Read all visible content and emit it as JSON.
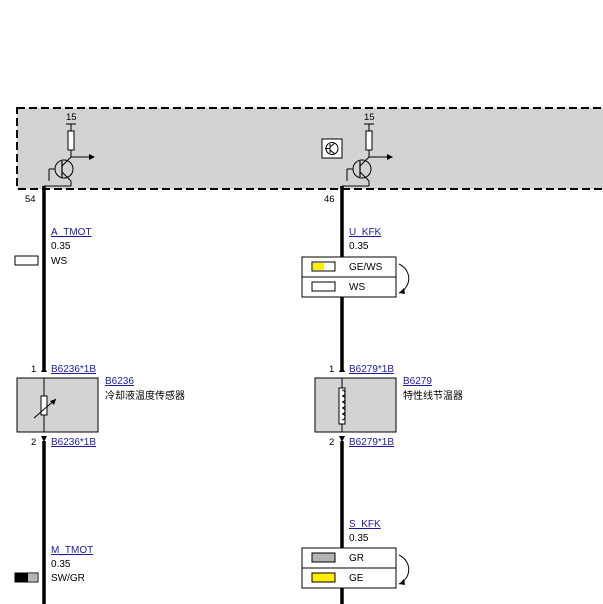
{
  "pins": {
    "left_top": "54",
    "right_top": "46"
  },
  "supply": {
    "left": "15",
    "right": "15"
  },
  "wires": {
    "left_top": {
      "signal": "A_TMOT",
      "gauge": "0.35",
      "color": "WS"
    },
    "right_top": {
      "signal": "U_KFK",
      "gauge": "0.35",
      "alt_color": "GE/WS",
      "color": "WS"
    },
    "left_bottom": {
      "signal": "M_TMOT",
      "gauge": "0.35",
      "color": "SW/GR"
    },
    "right_bottom": {
      "signal": "S_KFK",
      "gauge": "0.35",
      "color": "GR",
      "alt_color": "GE"
    }
  },
  "components": {
    "left": {
      "connector_top": "B6236*1B",
      "connector_bottom": "B6236*1B",
      "id": "B6236",
      "name": "冷却液温度传感器",
      "pin_top": "1",
      "pin_bottom": "2"
    },
    "right": {
      "connector_top": "B6279*1B",
      "connector_bottom": "B6279*1B",
      "id": "B6279",
      "name": "特性线节温器",
      "pin_top": "1",
      "pin_bottom": "2"
    }
  },
  "colors": {
    "housing": "#d3d3d3",
    "yellow": "#ffee00",
    "gray": "#b4b4b4",
    "black": "#000000",
    "link": "#1a1aa6"
  }
}
